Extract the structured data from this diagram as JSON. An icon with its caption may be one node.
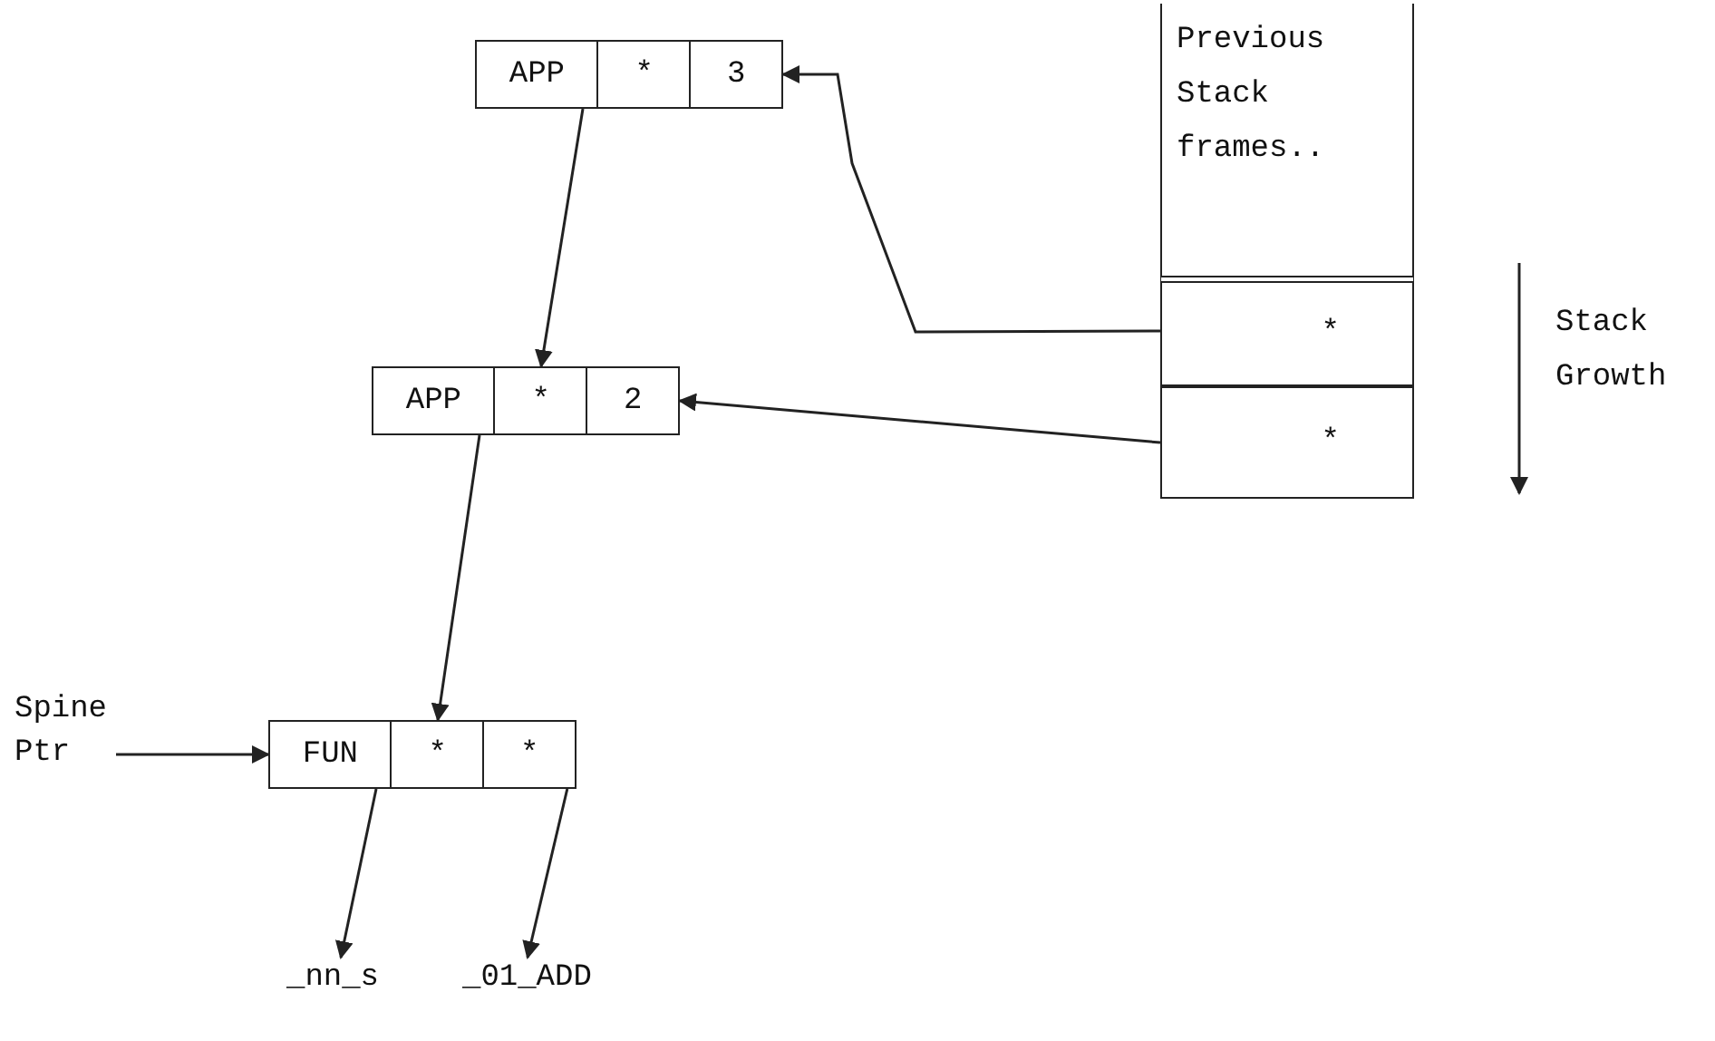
{
  "diagram": {
    "nodes": [
      {
        "text": [
          "APP",
          "*",
          "3"
        ]
      },
      {
        "text": [
          "APP",
          "*",
          "2"
        ]
      },
      {
        "text": [
          "FUN",
          "*",
          "*"
        ]
      },
      {
        "text": [
          "_nn_s"
        ]
      },
      {
        "text": [
          "_01_ADD"
        ]
      },
      {
        "text": [
          "Spine Ptr"
        ]
      },
      {
        "text": [
          "Previous Stack frames.."
        ]
      },
      {
        "text": [
          "*"
        ]
      },
      {
        "text": [
          "*"
        ]
      }
    ],
    "edges": [
      {
        "from": 0,
        "to": 1,
        "arrow": "to"
      },
      {
        "from": 1,
        "to": 2,
        "arrow": "to"
      },
      {
        "from": 2,
        "to": 3,
        "arrow": "to"
      },
      {
        "from": 2,
        "to": 4,
        "arrow": "to"
      },
      {
        "from": 5,
        "to": 2,
        "arrow": "to"
      },
      {
        "from": 7,
        "to": 0,
        "arrow": "to"
      },
      {
        "from": 8,
        "to": 1,
        "arrow": "to"
      }
    ],
    "labels": [
      "Stack Growth"
    ]
  }
}
